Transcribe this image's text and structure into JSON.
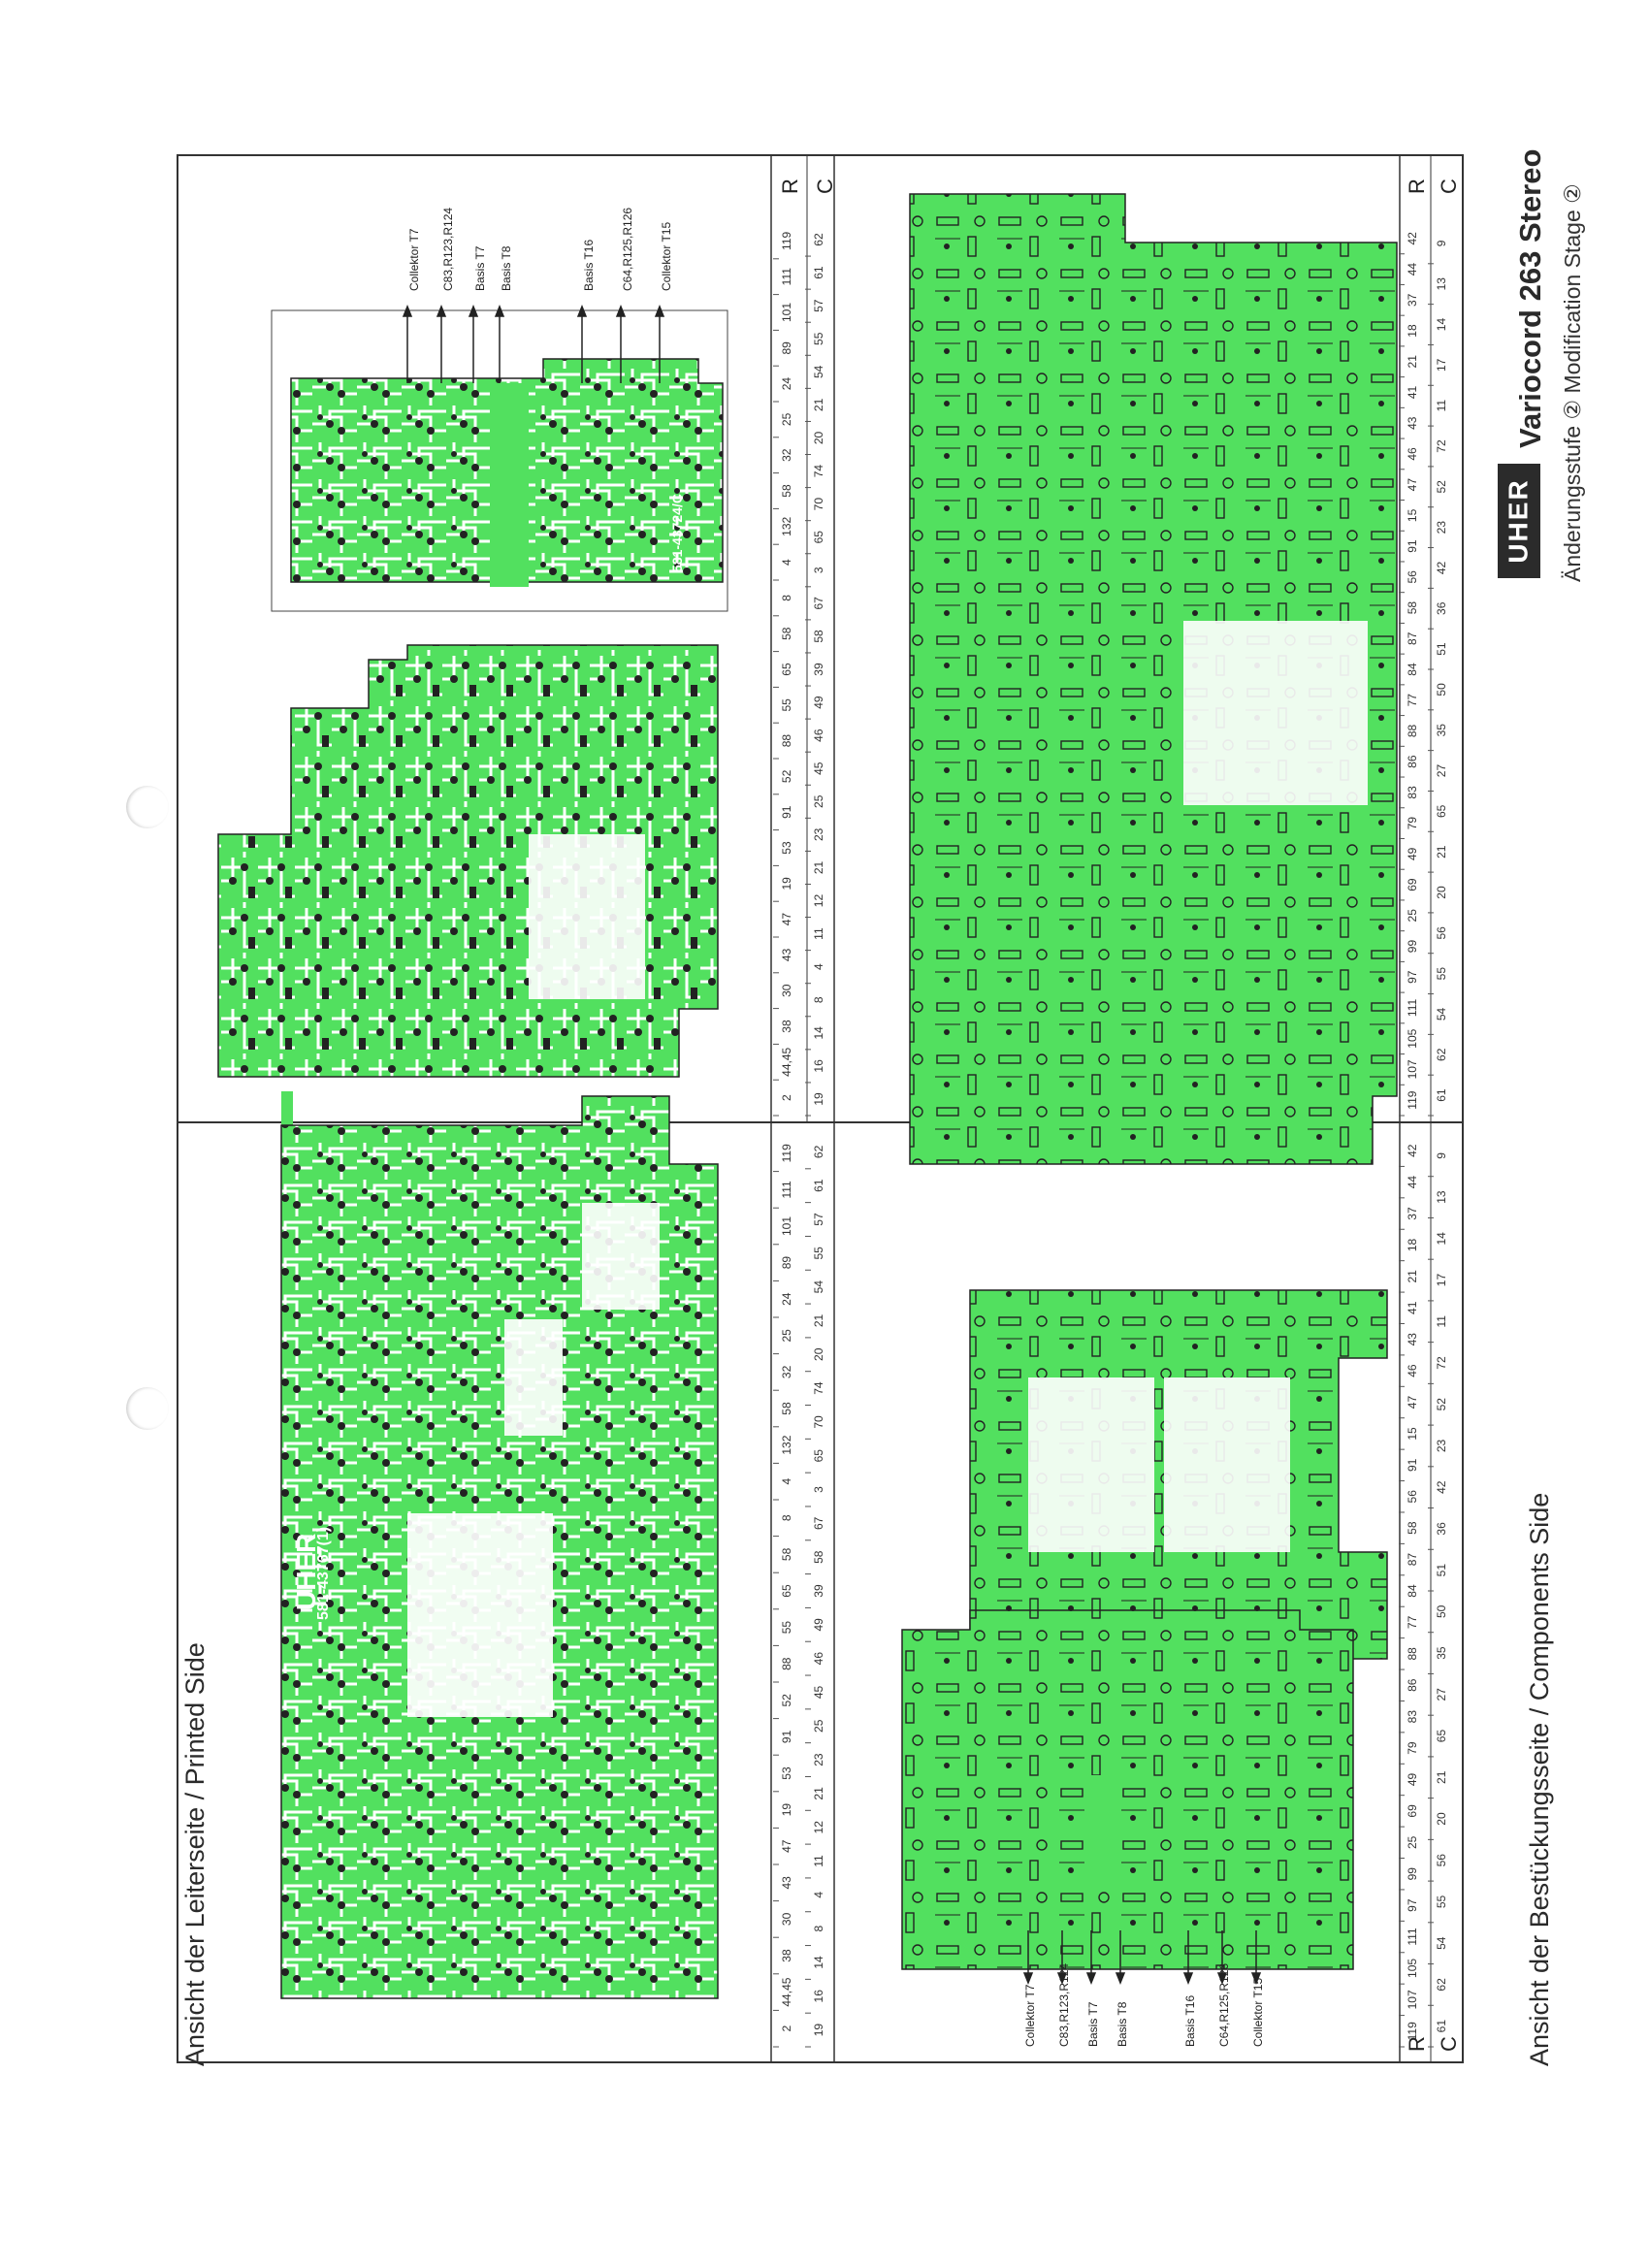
{
  "captions": {
    "printed_side": "Ansicht der Leiterseite / Printed Side",
    "components_side": "Ansicht der Bestückungsseite / Components Side"
  },
  "brand": {
    "logo": "UHER",
    "title": "Variocord 263 Stereo",
    "subtitle": "Änderungsstufe ② Modification Stage ②"
  },
  "table_headers": {
    "row_r": "R",
    "row_c": "C"
  },
  "board_labels": {
    "part_number_main": "581-43767(1)",
    "part_number_small": "581-43724/C",
    "logo_text": "UHER"
  },
  "connector_labels": [
    "Collektor T7",
    "C83,R123,R124",
    "Basis T7",
    "Basis T8",
    "Basis T16",
    "C64,R125,R126",
    "Collektor T15"
  ],
  "table_values_top": {
    "r": [
      "2",
      "44,45",
      "38",
      "30",
      "43",
      "47",
      "19",
      "53",
      "91",
      "52",
      "88",
      "55",
      "65",
      "58",
      "8",
      "4",
      "132",
      "58",
      "32",
      "25",
      "24",
      "89",
      "101",
      "111",
      "119"
    ],
    "c": [
      "19",
      "16",
      "14",
      "8",
      "4",
      "11",
      "12",
      "21",
      "23",
      "25",
      "45",
      "46",
      "49",
      "39",
      "58",
      "67",
      "3",
      "65",
      "70",
      "74",
      "20",
      "21",
      "54",
      "55",
      "57",
      "61",
      "62"
    ]
  },
  "table_values_bottom": {
    "r": [
      "119",
      "107",
      "105",
      "111",
      "97",
      "99",
      "25",
      "69",
      "49",
      "79",
      "83",
      "86",
      "88",
      "77",
      "84",
      "87",
      "58",
      "56",
      "91",
      "15",
      "47",
      "46",
      "43",
      "41",
      "21",
      "18",
      "37",
      "44",
      "42"
    ],
    "c": [
      "61",
      "62",
      "54",
      "55",
      "56",
      "20",
      "21",
      "65",
      "27",
      "35",
      "50",
      "51",
      "36",
      "42",
      "23",
      "52",
      "72",
      "11",
      "17",
      "14",
      "13",
      "9"
    ]
  }
}
